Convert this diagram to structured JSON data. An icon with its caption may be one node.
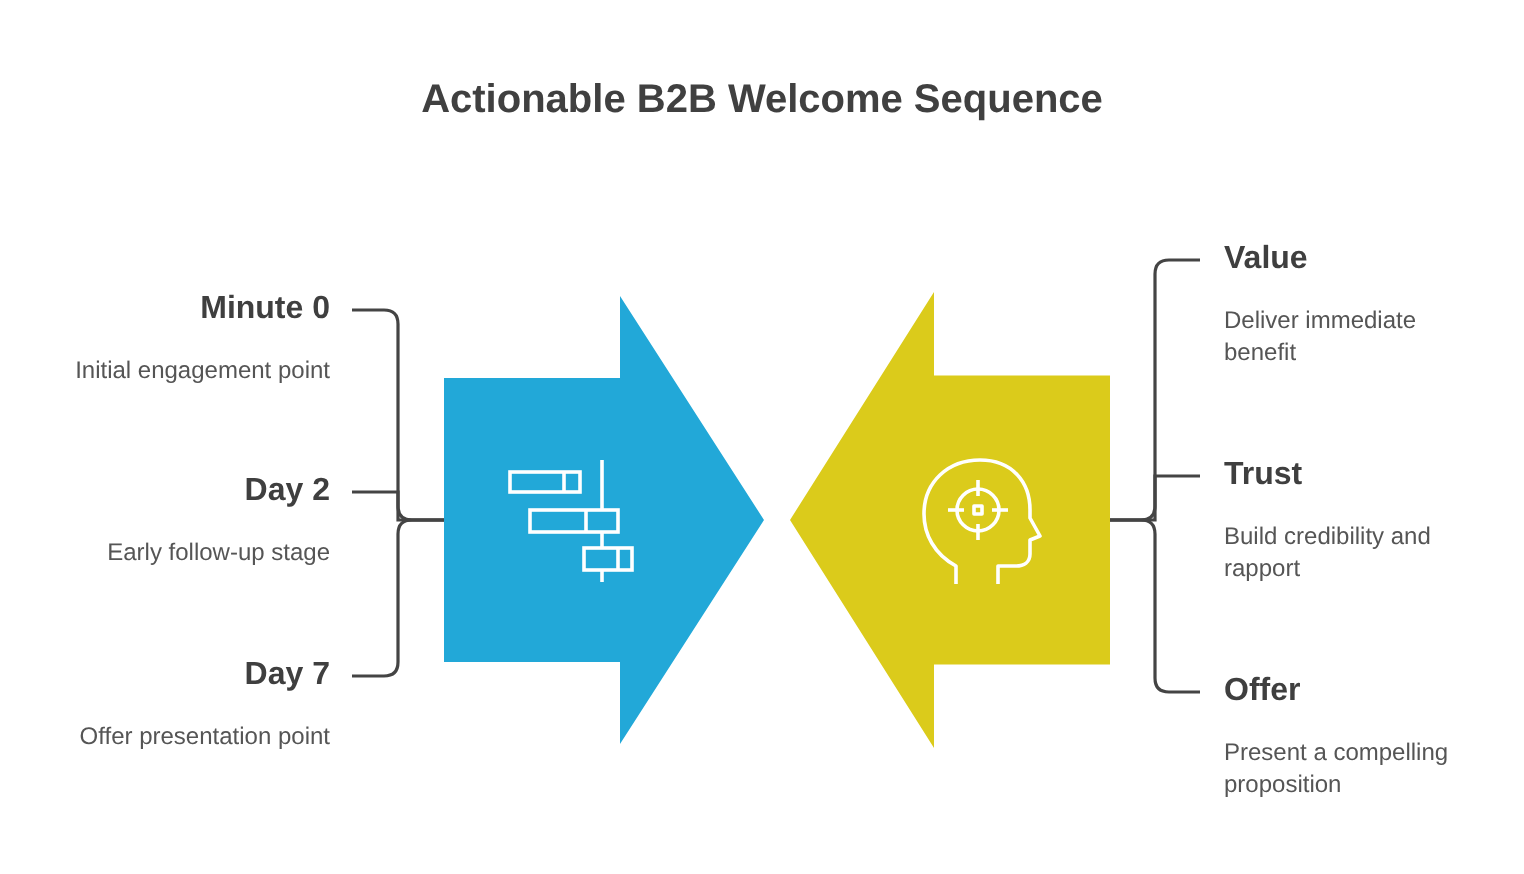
{
  "diagram": {
    "title": "Actionable B2B Welcome Sequence",
    "nodes": [
      {
        "text": [
          "Minute 0",
          "Initial engagement point"
        ]
      },
      {
        "text": [
          "Day 2",
          "Early follow-up stage"
        ]
      },
      {
        "text": [
          "Day 7",
          "Offer presentation point"
        ]
      },
      {
        "text": [],
        "shape": "arrow"
      },
      {
        "text": [],
        "shape": "arrow"
      },
      {
        "text": [
          "Value",
          "Deliver immediate benefit"
        ]
      },
      {
        "text": [
          "Trust",
          "Build credibility and rapport"
        ]
      },
      {
        "text": [
          "Offer",
          "Present a compelling proposition"
        ]
      }
    ],
    "edges": [
      {
        "from": 3,
        "to": 0,
        "arrow": "none"
      },
      {
        "from": 3,
        "to": 1,
        "arrow": "none"
      },
      {
        "from": 3,
        "to": 2,
        "arrow": "none"
      },
      {
        "from": 4,
        "to": 5,
        "arrow": "none"
      },
      {
        "from": 4,
        "to": 6,
        "arrow": "none"
      },
      {
        "from": 4,
        "to": 7,
        "arrow": "none"
      }
    ]
  }
}
